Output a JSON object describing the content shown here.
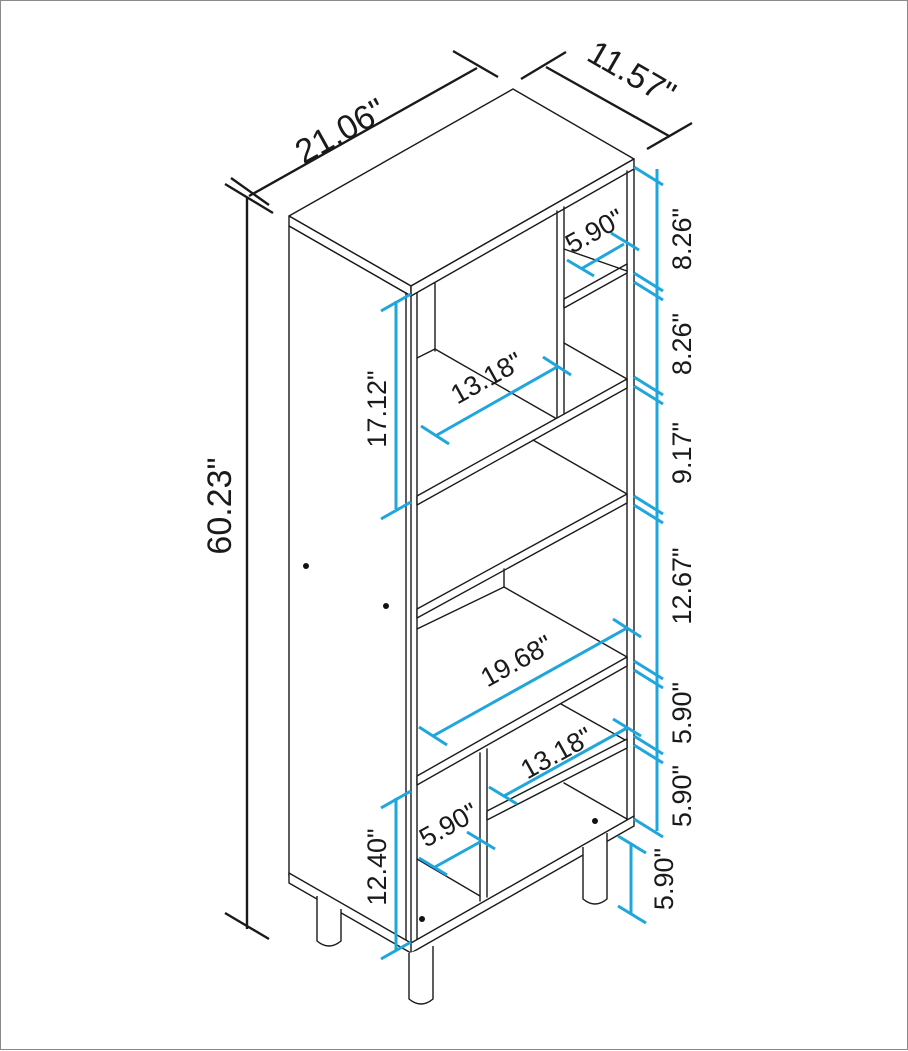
{
  "diagram": {
    "subject": "Tall open bookcase with legs — dimension drawing",
    "colors": {
      "outline": "#1a1a1a",
      "overall_dimension": "#1a1a1a",
      "interior_dimension": "#1fa6dc",
      "background": "#ffffff",
      "border": "#8a8a8a"
    },
    "overall_dimensions": {
      "width": "21.06\"",
      "depth": "11.57\"",
      "height": "60.23\""
    },
    "right_side_heights": [
      {
        "id": "top_cubby",
        "label": "8.26\""
      },
      {
        "id": "second_cubby",
        "label": "8.26\""
      },
      {
        "id": "third_section",
        "label": "9.17\""
      },
      {
        "id": "middle_section",
        "label": "12.67\""
      },
      {
        "id": "lower_section_a",
        "label": "5.90\""
      },
      {
        "id": "lower_section_b",
        "label": "5.90\""
      },
      {
        "id": "leg_height",
        "label": "5.90\""
      }
    ],
    "left_front_heights": {
      "upper_opening": "17.12\"",
      "bottom_opening": "12.40\""
    },
    "interior_widths": {
      "upper_shelf": "13.18\"",
      "full_shelf": "19.68\"",
      "lower_shelf": "13.18\"",
      "top_right_cubby": "5.90\"",
      "bottom_left_cubby": "5.90\""
    }
  }
}
